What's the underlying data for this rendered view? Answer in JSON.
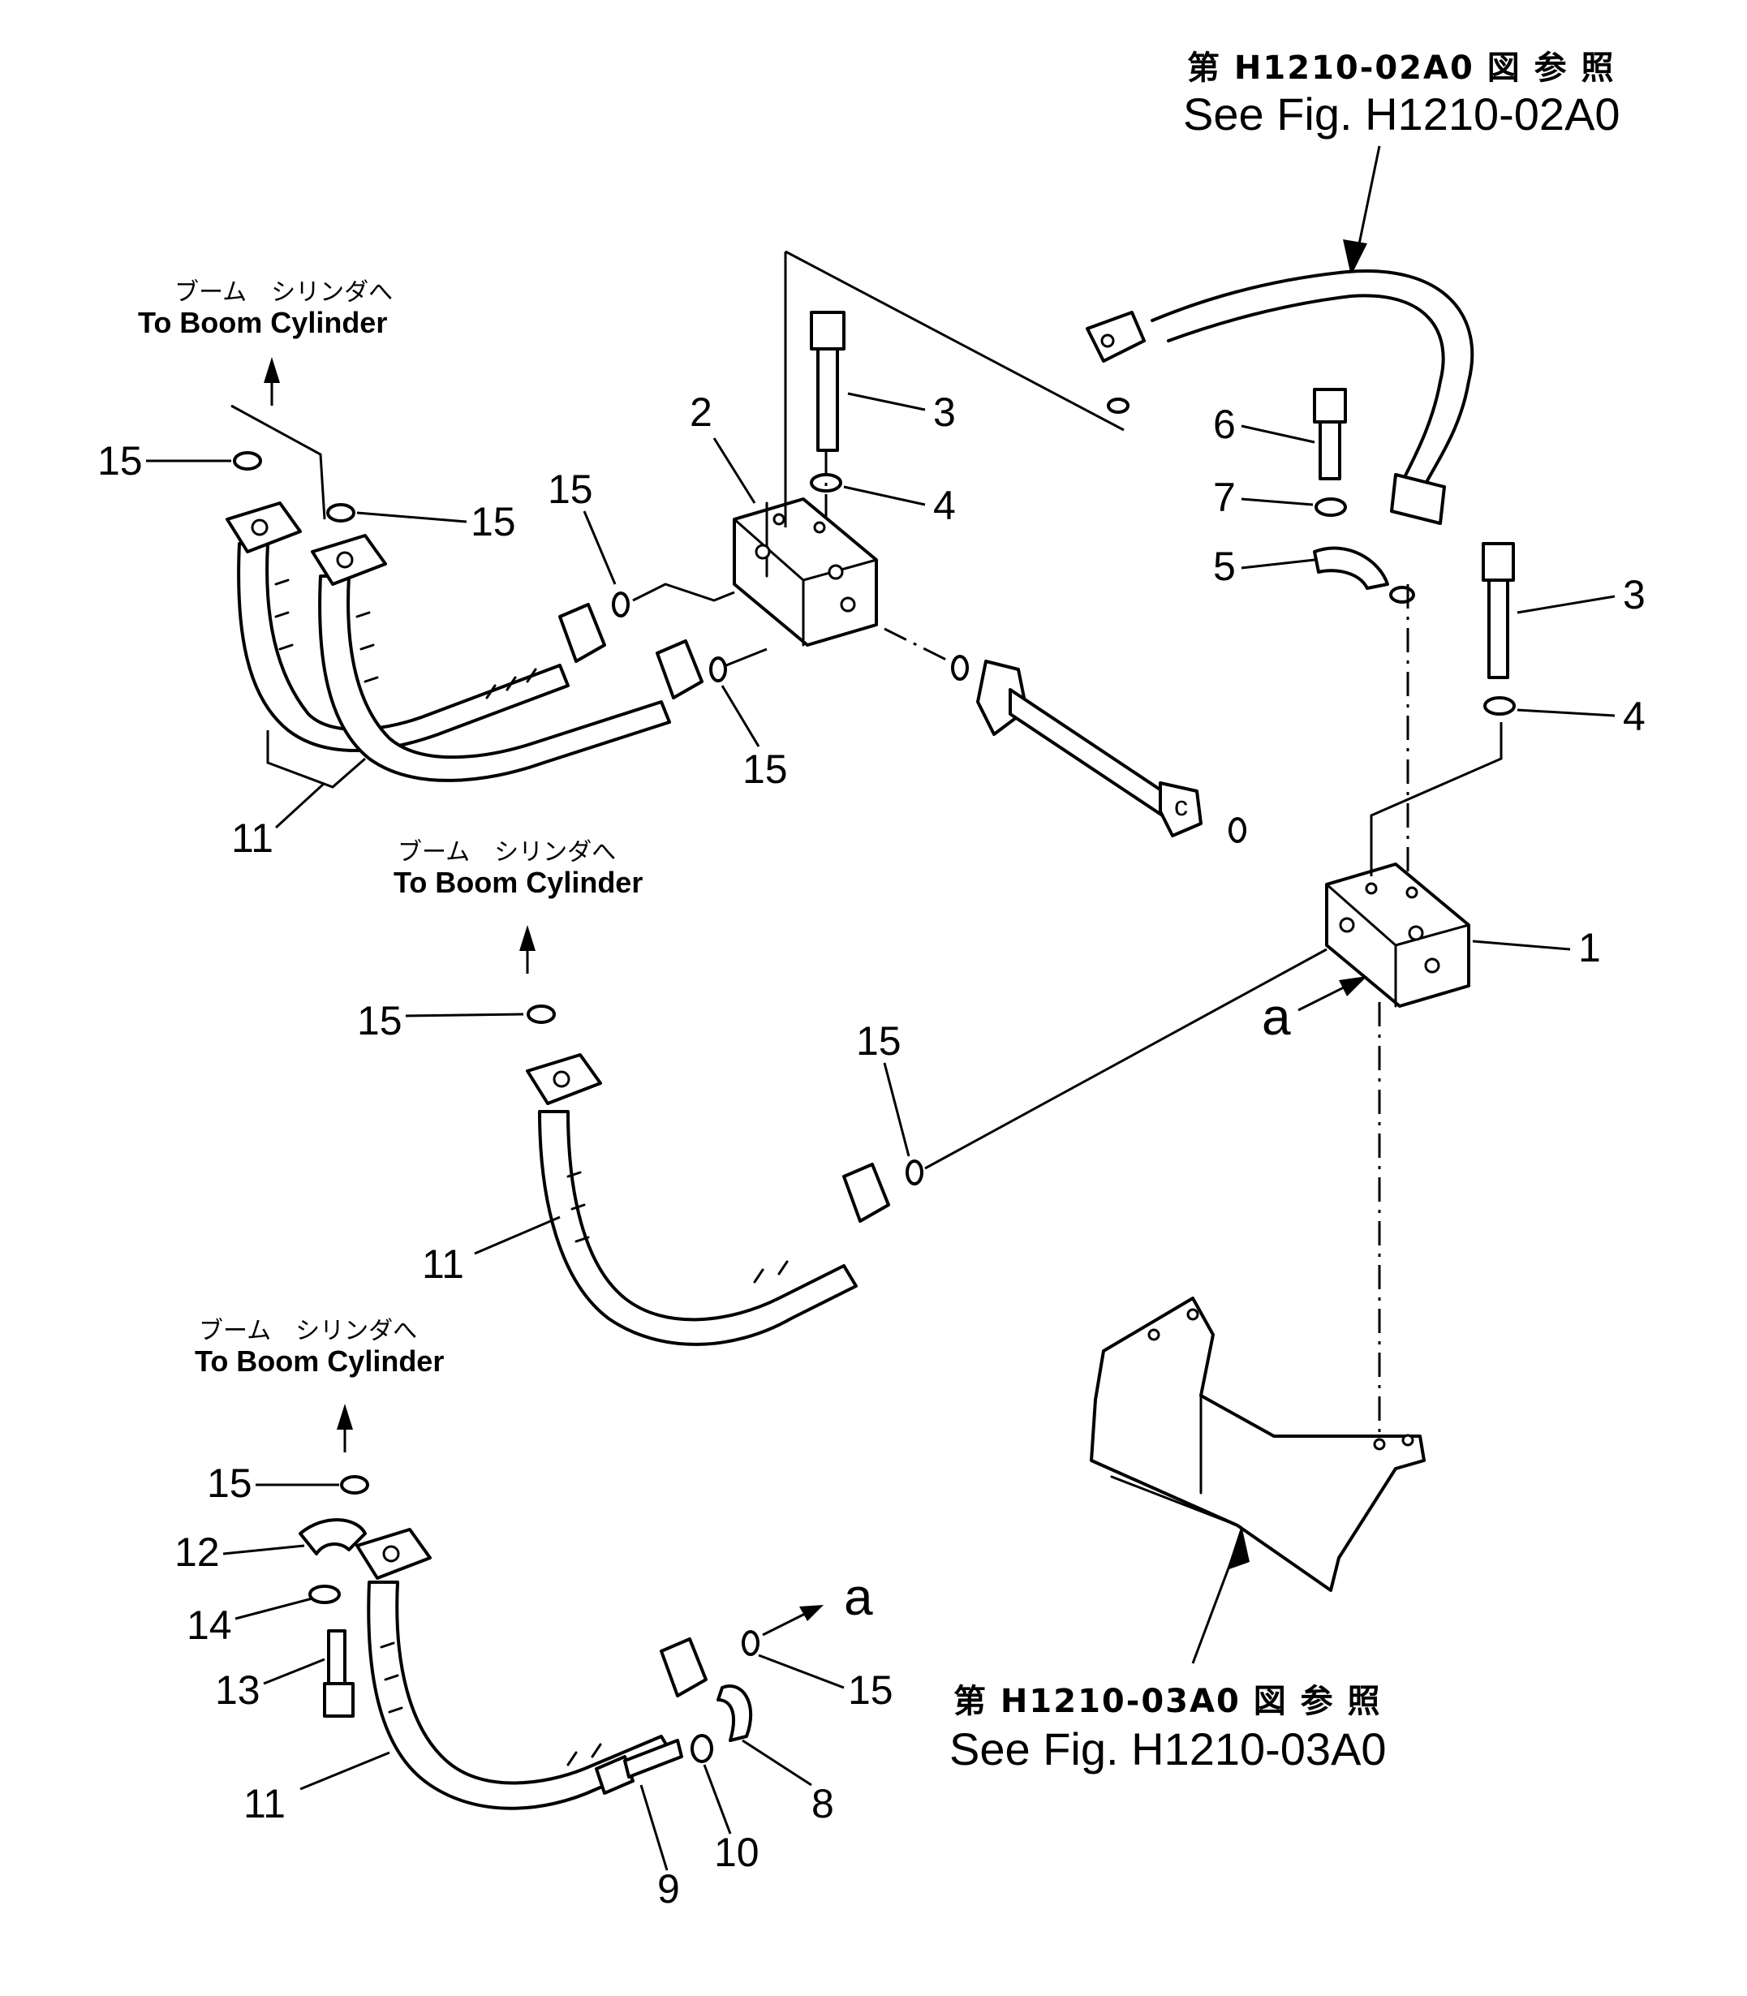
{
  "references": {
    "top": {
      "jp": "第 H1210-02A0 図 参 照",
      "en": "See Fig. H1210-02A0"
    },
    "bottom": {
      "jp": "第 H1210-03A0 図 参 照",
      "en": "See Fig. H1210-03A0"
    }
  },
  "destinations": [
    {
      "jp": "ブーム　シリンダへ",
      "en": "To Boom Cylinder"
    },
    {
      "jp": "ブーム　シリンダへ",
      "en": "To Boom Cylinder"
    },
    {
      "jp": "ブーム　シリンダへ",
      "en": "To Boom Cylinder"
    }
  ],
  "callouts": {
    "n1": "1",
    "n2": "2",
    "n3a": "3",
    "n3b": "3",
    "n4a": "4",
    "n4b": "4",
    "n5": "5",
    "n6": "6",
    "n7": "7",
    "n8": "8",
    "n9": "9",
    "n10": "10",
    "n11a": "11",
    "n11b": "11",
    "n11c": "11",
    "n12": "12",
    "n13": "13",
    "n14": "14",
    "n15a": "15",
    "n15b": "15",
    "n15c": "15",
    "n15d": "15",
    "n15e": "15",
    "n15f": "15",
    "n15g": "15",
    "n15h": "15"
  },
  "markers": {
    "a1": "a",
    "a2": "a"
  }
}
